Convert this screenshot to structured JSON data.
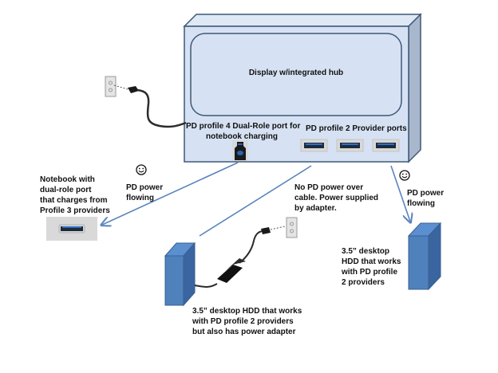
{
  "hub": {
    "display_label": "Display w/integrated hub",
    "dual_role_port_label": [
      "PD profile 4 Dual-Role port for",
      "notebook charging"
    ],
    "provider_ports_label": "PD profile 2 Provider ports"
  },
  "notebook": {
    "label": [
      "Notebook with",
      "dual-role port",
      "that charges from",
      "Profile 3 providers"
    ],
    "status": [
      "PD power",
      "flowing"
    ],
    "status_icon": "smiley-face-icon"
  },
  "hdd_adapter": {
    "status": [
      "No PD power over",
      "cable. Power supplied",
      "by adapter."
    ],
    "label": [
      "3.5” desktop HDD that works",
      "with PD profile 2 providers",
      "but also has power adapter"
    ]
  },
  "hdd_pd": {
    "status": [
      "PD power",
      "flowing"
    ],
    "status_icon": "smiley-face-icon",
    "label": [
      "3.5” desktop",
      "HDD that works",
      "with PD profile",
      "2 providers"
    ]
  },
  "colors": {
    "hub_fill": "#d6e2f3",
    "hub_border": "#3f5878",
    "hdd_front": "#4f81bd",
    "arrow": "#5b85bd"
  }
}
